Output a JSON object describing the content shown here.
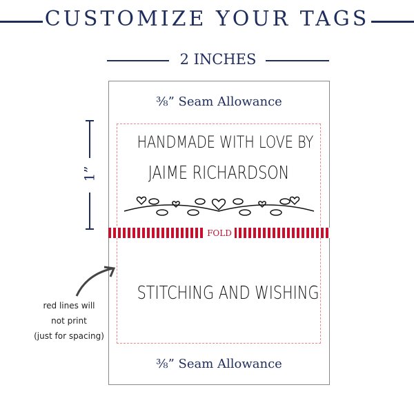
{
  "title": "CUSTOMIZE YOUR TAGS",
  "width_label": "2 INCHES",
  "height_label": "1”",
  "seam_top": "⅜” Seam Allowance",
  "seam_bottom": "⅜” Seam Allowance",
  "line1": "HANDMADE WITH LOVE BY",
  "line2": "JAIME RICHARDSON",
  "fold_label": "FOLD",
  "back_text": "STITCHING AND WISHING",
  "note": [
    "red lines will",
    "not print",
    "(just for spacing)"
  ],
  "colors": {
    "navy": "#1f2d5c",
    "red": "#c8102e"
  }
}
